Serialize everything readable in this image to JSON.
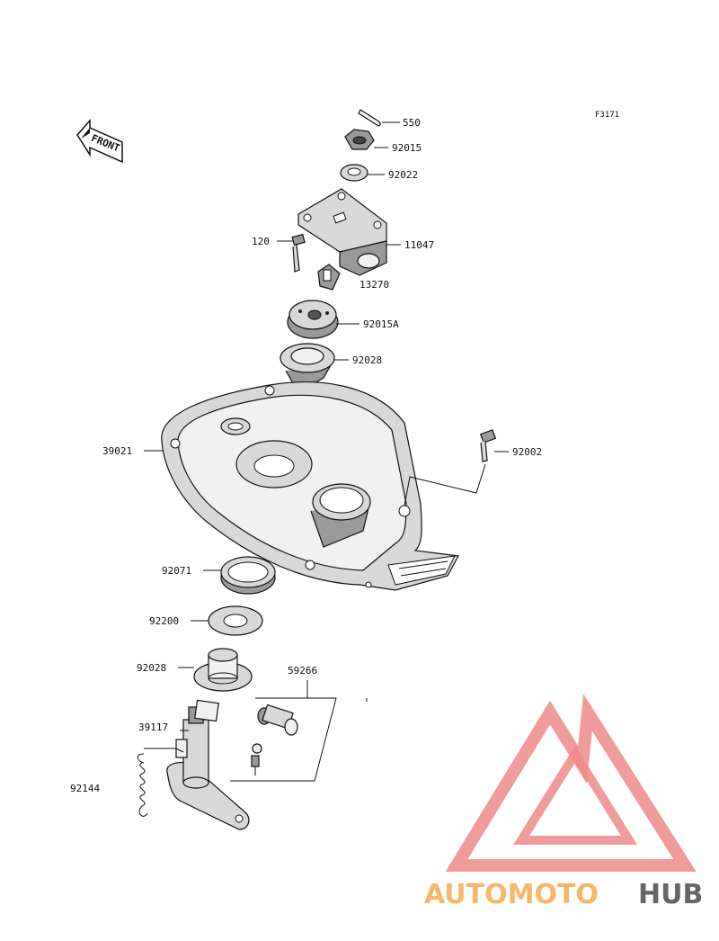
{
  "figure_code": "F3171",
  "front_label": "FRONT",
  "labels": {
    "p550": "550",
    "p92015": "92015",
    "p92022": "92022",
    "p120": "120",
    "p11047": "11047",
    "p13270": "13270",
    "p92015a": "92015A",
    "p92028_top": "92028",
    "p39021": "39021",
    "p92002": "92002",
    "p92071": "92071",
    "p92200": "92200",
    "p92028_bottom": "92028",
    "p59266": "59266",
    "p39117": "39117",
    "p92144": "92144"
  },
  "watermark": {
    "part1": "AUTOMOTO",
    "part2": "HUB",
    "color_primary": "#f08a8a",
    "color_secondary": "#f4b05a",
    "color_dark": "#555555"
  }
}
